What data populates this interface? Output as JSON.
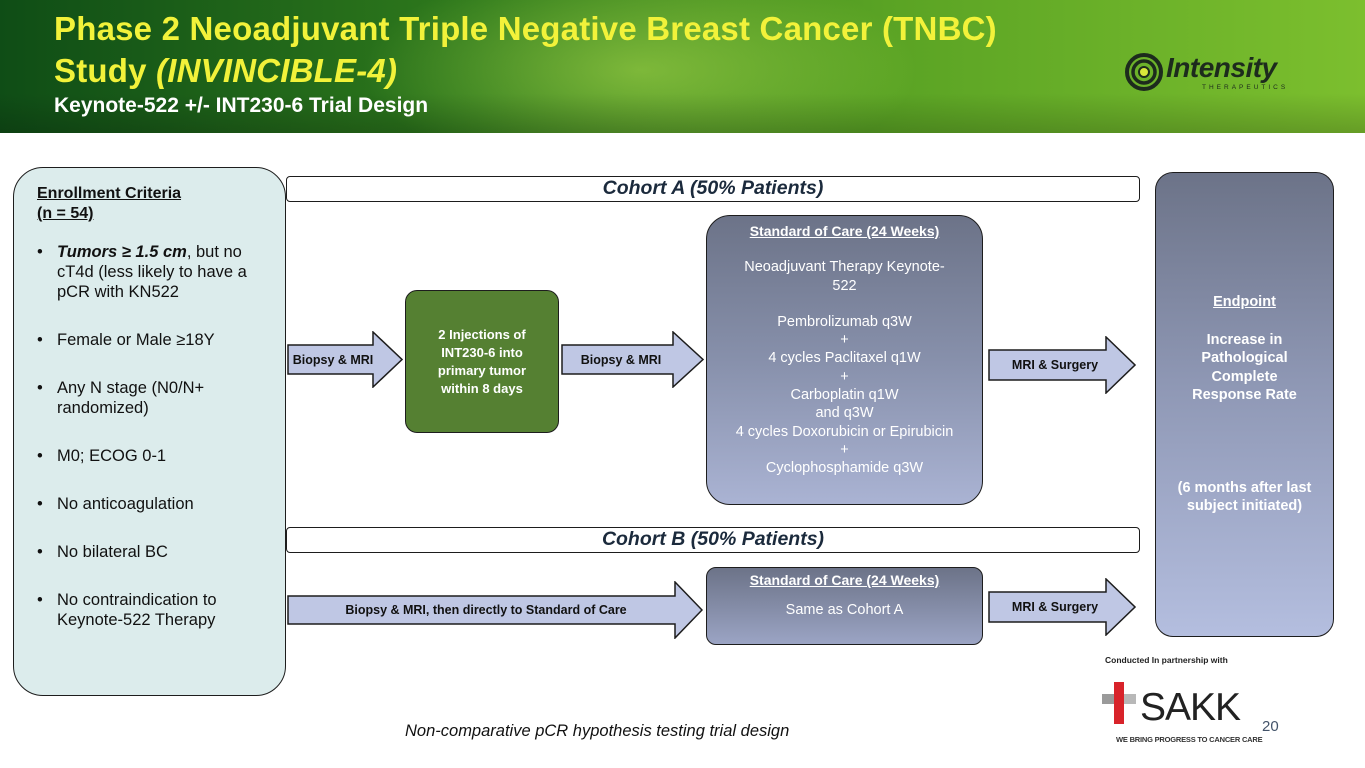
{
  "header": {
    "title_line1": "Phase 2 Neoadjuvant Triple Negative Breast Cancer (TNBC)",
    "title_line2_prefix": "Study ",
    "title_line2_italic": "(INVINCIBLE-4)",
    "subtitle": "Keynote-522 +/- INT230-6 Trial Design",
    "logo_word": "Intensity",
    "logo_sub": "THERAPEUTICS"
  },
  "enrollment": {
    "heading_line1": "Enrollment Criteria",
    "heading_line2": "(n = 54)",
    "criteria": [
      {
        "bold_italic": "Tumors ≥ 1.5 cm",
        "text": ", but no cT4d (less likely to have a pCR with KN522"
      },
      {
        "bold_italic": "",
        "text": "Female or Male ≥18Y"
      },
      {
        "bold_italic": "",
        "text": "Any N stage (N0/N+ randomized)"
      },
      {
        "bold_italic": "",
        "text": "M0; ECOG 0-1"
      },
      {
        "bold_italic": "",
        "text": "No anticoagulation"
      },
      {
        "bold_italic": "",
        "text": "No bilateral BC"
      },
      {
        "bold_italic": "",
        "text": "No contraindication to Keynote-522 Therapy"
      }
    ]
  },
  "cohort_a": {
    "label": "Cohort A (50% Patients)",
    "arrow1": "Biopsy & MRI",
    "injection": "2 Injections of INT230-6 into primary tumor within 8 days",
    "arrow2": "Biopsy & MRI",
    "soc_title": "Standard of Care (24 Weeks)",
    "soc_lines": [
      "Neoadjuvant Therapy Keynote-",
      "522"
    ],
    "soc_regimen": [
      "Pembrolizumab q3W",
      "+",
      "4 cycles Paclitaxel q1W",
      "+",
      "Carboplatin q1W",
      "and q3W",
      "4 cycles Doxorubicin or Epirubicin",
      "+",
      "Cyclophosphamide q3W"
    ],
    "arrow3": "MRI & Surgery"
  },
  "cohort_b": {
    "label": "Cohort B (50% Patients)",
    "arrow1": "Biopsy & MRI, then directly to Standard of Care",
    "soc_title": "Standard of Care (24 Weeks)",
    "soc_body": "Same as Cohort A",
    "arrow2": "MRI & Surgery"
  },
  "endpoint": {
    "title": "Endpoint",
    "lines": [
      "Increase in",
      "Pathological",
      "Complete",
      "Response Rate"
    ],
    "note": "(6 months after last subject initiated)"
  },
  "partner": {
    "label": "Conducted In partnership with",
    "logo_word": "SAKK",
    "logo_tagline": "WE BRING PROGRESS TO CANCER CARE"
  },
  "footer_note": "Non-comparative pCR hypothesis testing trial design",
  "page_number": "20",
  "colors": {
    "title_yellow": "#f2f23a",
    "injection_green": "#558032",
    "arrow_fill": "#bfc7e4",
    "enroll_bg": "#dcecec",
    "sakk_red": "#d8232a"
  }
}
